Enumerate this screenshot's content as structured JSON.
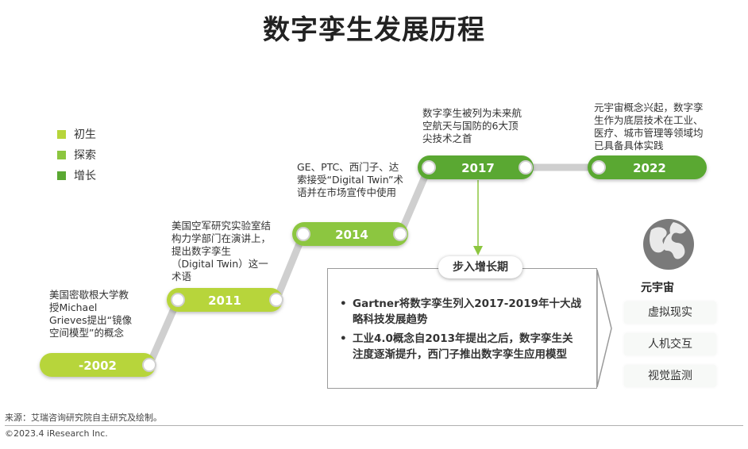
{
  "title": "数字孪生发展历程",
  "legend": [
    {
      "label": "初生",
      "color": "#b7d53a"
    },
    {
      "label": "探索",
      "color": "#8cc63f"
    },
    {
      "label": "增长",
      "color": "#5aa832"
    }
  ],
  "milestones": [
    {
      "year": "-2002",
      "desc": "美国密歇根大学教授Michael Grieves提出“镜像空间模型”的概念",
      "color": "#b7d53a"
    },
    {
      "year": "2011",
      "desc": "美国空军研究实验室结构力学部门在演讲上，提出数字孪生（Digital Twin）这一术语",
      "color": "#b7d53a"
    },
    {
      "year": "2014",
      "desc": "GE、PTC、西门子、达索接受“Digital Twin”术语并在市场宣传中使用",
      "color": "#8cc63f"
    },
    {
      "year": "2017",
      "desc": "数字孪生被列为未来航空航天与国防的6大顶尖技术之首",
      "color": "#5aa832"
    },
    {
      "year": "2022",
      "desc": "元宇宙概念兴起，数字孪生作为底层技术在工业、医疗、城市管理等领域均已具备具体实践",
      "color": "#5aa832"
    }
  ],
  "growth_period": {
    "label": "步入增长期",
    "points": [
      "Gartner将数字孪生列入2017-2019年十大战略科技发展趋势",
      "工业4.0概念自2013年提出之后，数字孪生关注度逐渐提升，西门子推出数字孪生应用模型"
    ]
  },
  "metaverse": {
    "title": "元宇宙",
    "icon": "globe-icon",
    "items": [
      "虚拟现实",
      "人机交互",
      "视觉监测"
    ]
  },
  "source": "来源：艾瑞咨询研究院自主研究及绘制。",
  "copyright": "©2023.4 iResearch Inc."
}
